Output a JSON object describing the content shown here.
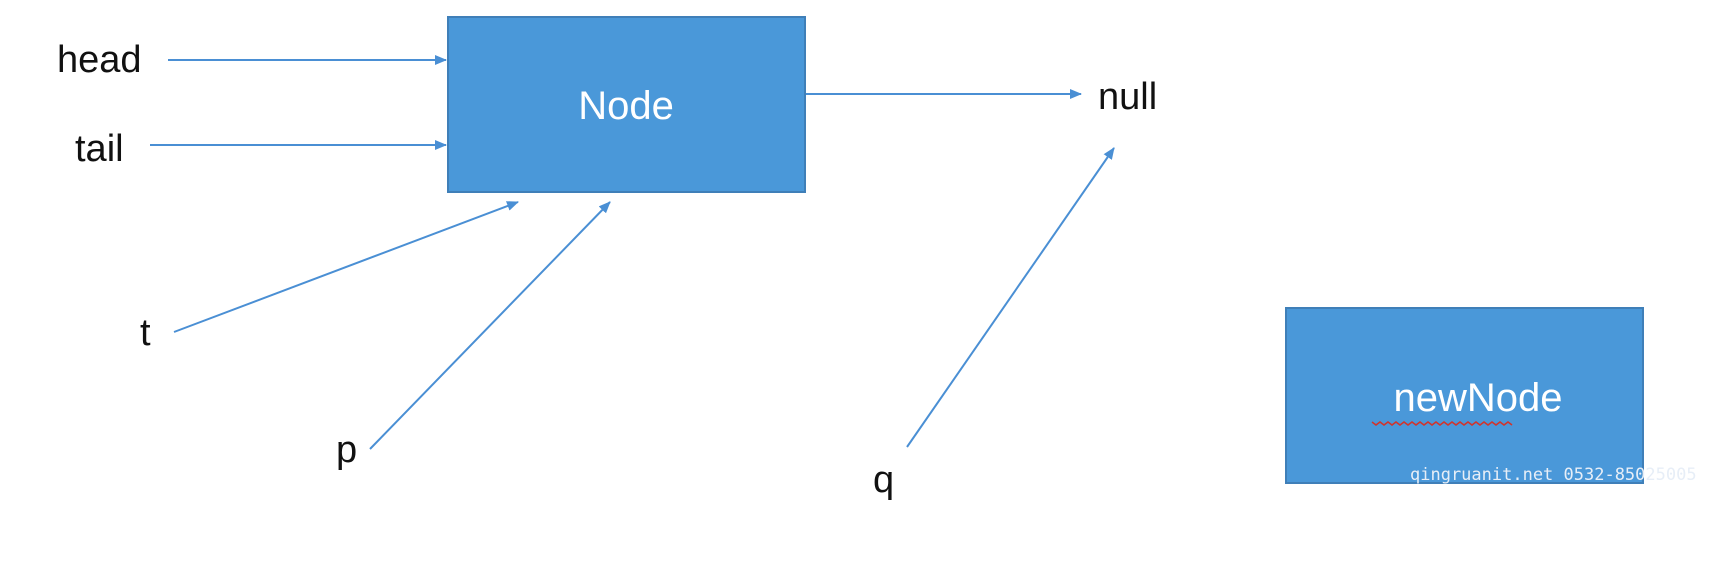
{
  "diagram": {
    "pointers": {
      "head": "head",
      "tail": "tail",
      "t": "t",
      "p": "p",
      "q": "q"
    },
    "nodes": {
      "node": "Node",
      "null": "null",
      "new_node": "newNode"
    },
    "watermark": "qingruanit.net 0532-85025005",
    "colors": {
      "node_fill": "#4a98d9",
      "arrow": "#4a8fd4",
      "text": "#111111",
      "spell_underline": "#d0342c"
    }
  }
}
